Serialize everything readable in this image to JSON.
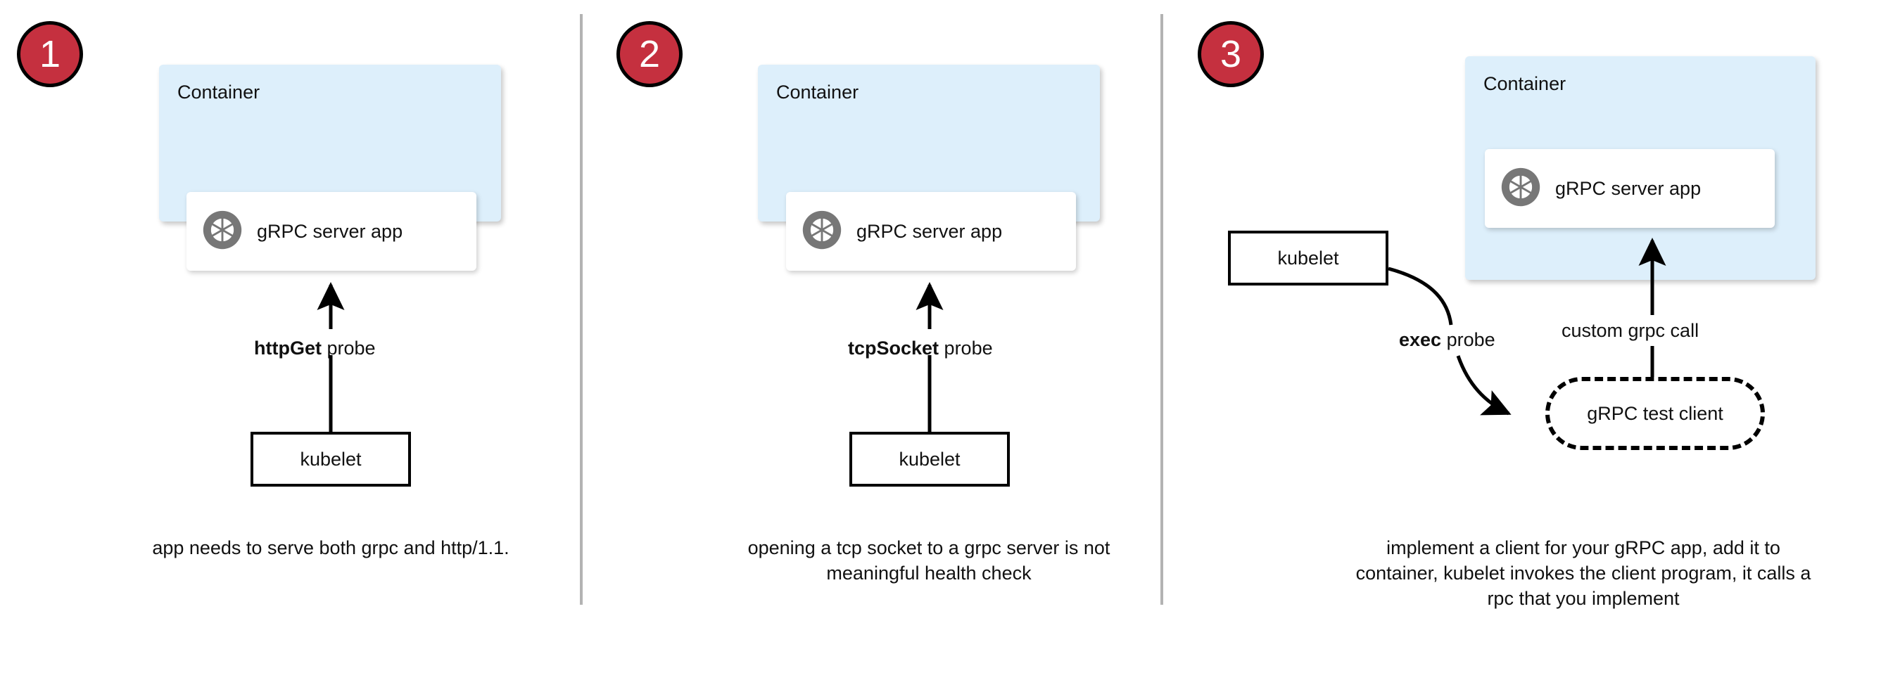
{
  "diagram": {
    "title": "gRPC health check probe approaches",
    "colors": {
      "badge_fill": "#c5303f",
      "badge_text": "#ffffff",
      "container_fill": "#ddeffb",
      "app_box_fill": "#ffffff",
      "icon_gray": "#777777",
      "divider": "#b3b3b3",
      "stroke": "#000000"
    }
  },
  "panels": [
    {
      "badge": "1",
      "container_label": "Container",
      "app_label": "gRPC server app",
      "app_icon": "grpc-aperture-icon",
      "probe_label_bold": "httpGet",
      "probe_label_rest": " probe",
      "kubelet_label": "kubelet",
      "caption": "app needs to serve both grpc and http/1.1."
    },
    {
      "badge": "2",
      "container_label": "Container",
      "app_label": "gRPC server app",
      "app_icon": "grpc-aperture-icon",
      "probe_label_bold": "tcpSocket",
      "probe_label_rest": " probe",
      "kubelet_label": "kubelet",
      "caption": "opening a tcp socket to a grpc server is not meaningful health check"
    },
    {
      "badge": "3",
      "container_label": "Container",
      "app_label": "gRPC server app",
      "app_icon": "grpc-aperture-icon",
      "probe_label_bold": "exec",
      "probe_label_rest": " probe",
      "kubelet_label": "kubelet",
      "test_client_label": "gRPC test client",
      "custom_call_label": "custom grpc call",
      "caption": "implement a client for your gRPC app, add it to container, kubelet invokes the client program, it calls a rpc that you implement"
    }
  ]
}
